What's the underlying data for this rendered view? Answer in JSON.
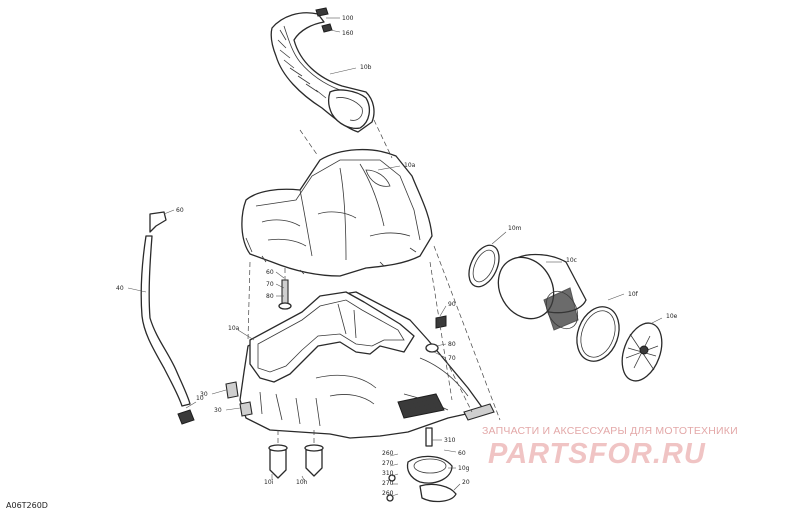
{
  "drawing": {
    "code": "A06T260D"
  },
  "watermark": {
    "tagline": "ЗАПЧАСТИ И АКСЕССУАРЫ ДЛЯ МОТОТЕХНИКИ",
    "logo": "PARTSFOR.RU",
    "color": "#e3a8a8"
  },
  "callouts": [
    "100",
    "160",
    "10b",
    "10a",
    "10m",
    "10c",
    "10f",
    "10e",
    "60",
    "40",
    "60",
    "70",
    "80",
    "10a",
    "90",
    "80",
    "70",
    "30",
    "30",
    "10",
    "310",
    "60",
    "260",
    "270",
    "10g",
    "310",
    "270",
    "260",
    "10i",
    "10h",
    "20"
  ]
}
